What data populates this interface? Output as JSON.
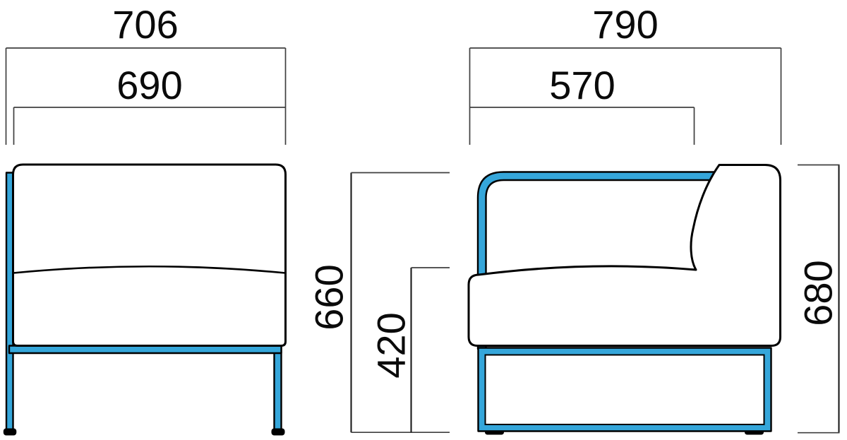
{
  "drawing": {
    "front_view": {
      "overall_width_label": "706",
      "seat_width_label": "690",
      "frame_height_label": "660",
      "seat_height_label": "420"
    },
    "side_view": {
      "overall_depth_label": "790",
      "seat_depth_label": "570",
      "overall_height_label": "680"
    },
    "colors": {
      "frame_blue": "#35A6DA",
      "outline_black": "#000000",
      "dimension_line_gray": "#3f3f3f",
      "background": "#ffffff"
    }
  }
}
